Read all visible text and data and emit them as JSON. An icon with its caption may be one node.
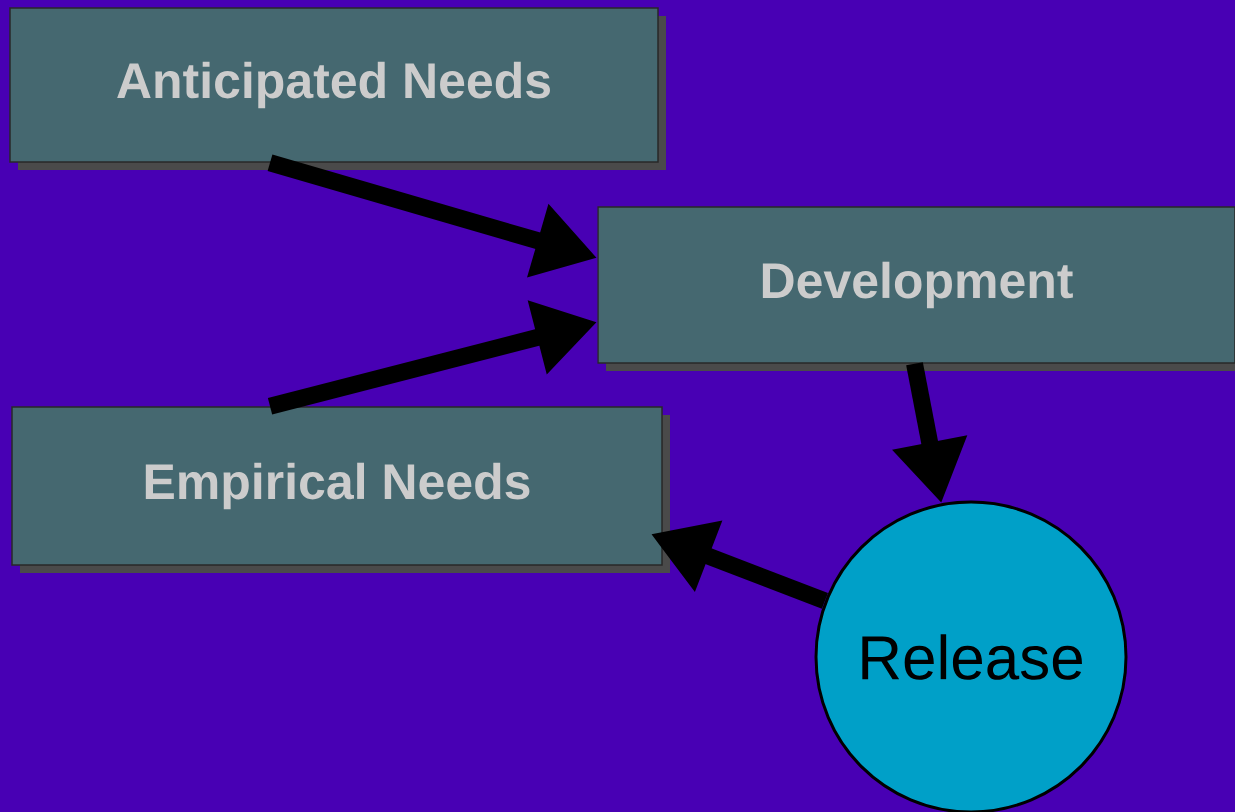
{
  "diagram": {
    "nodes": [
      {
        "text": [
          "Anticipated Needs"
        ]
      },
      {
        "text": [
          "Development"
        ]
      },
      {
        "text": [
          "Empirical Needs"
        ]
      },
      {
        "text": [
          "Release"
        ]
      }
    ],
    "edges": [
      {
        "from": 0,
        "to": 1,
        "arrow": "to"
      },
      {
        "from": 2,
        "to": 1,
        "arrow": "to"
      },
      {
        "from": 1,
        "to": 3,
        "arrow": "to"
      },
      {
        "from": 3,
        "to": 2,
        "arrow": "to"
      }
    ]
  }
}
